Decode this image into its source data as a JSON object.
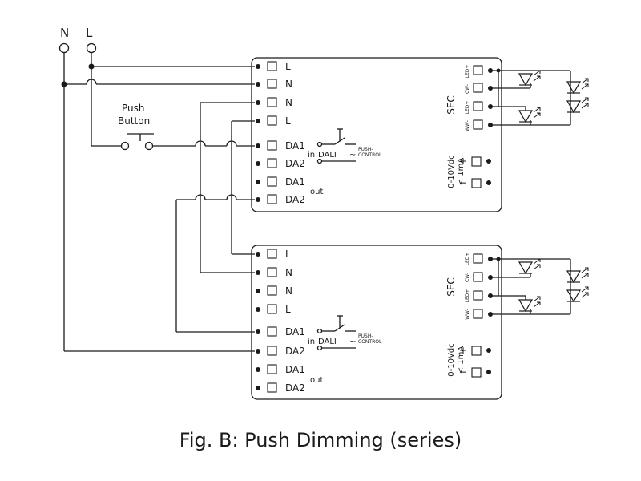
{
  "mains": {
    "neutral": "N",
    "line": "L"
  },
  "push_button": {
    "line1": "Push",
    "line2": "Button"
  },
  "driver_inputs": [
    "L",
    "N",
    "N",
    "L",
    "DA1",
    "DA2",
    "DA1",
    "DA2"
  ],
  "dali_block": {
    "in": "in",
    "dali": "DALI",
    "tilde": "~",
    "push": "PUSH-",
    "control": "CONTROL",
    "out": "out"
  },
  "secondary": {
    "sec": "SEC",
    "led_plus_1": "LED+",
    "cw_minus": "CW-",
    "led_plus_2": "LED+",
    "ww_minus": "WW-"
  },
  "dim": {
    "line1": "0-10Vdc",
    "line2": "< 1mA",
    "plus": "+",
    "minus": "−"
  },
  "caption": "Fig. B: Push Dimming (series)"
}
